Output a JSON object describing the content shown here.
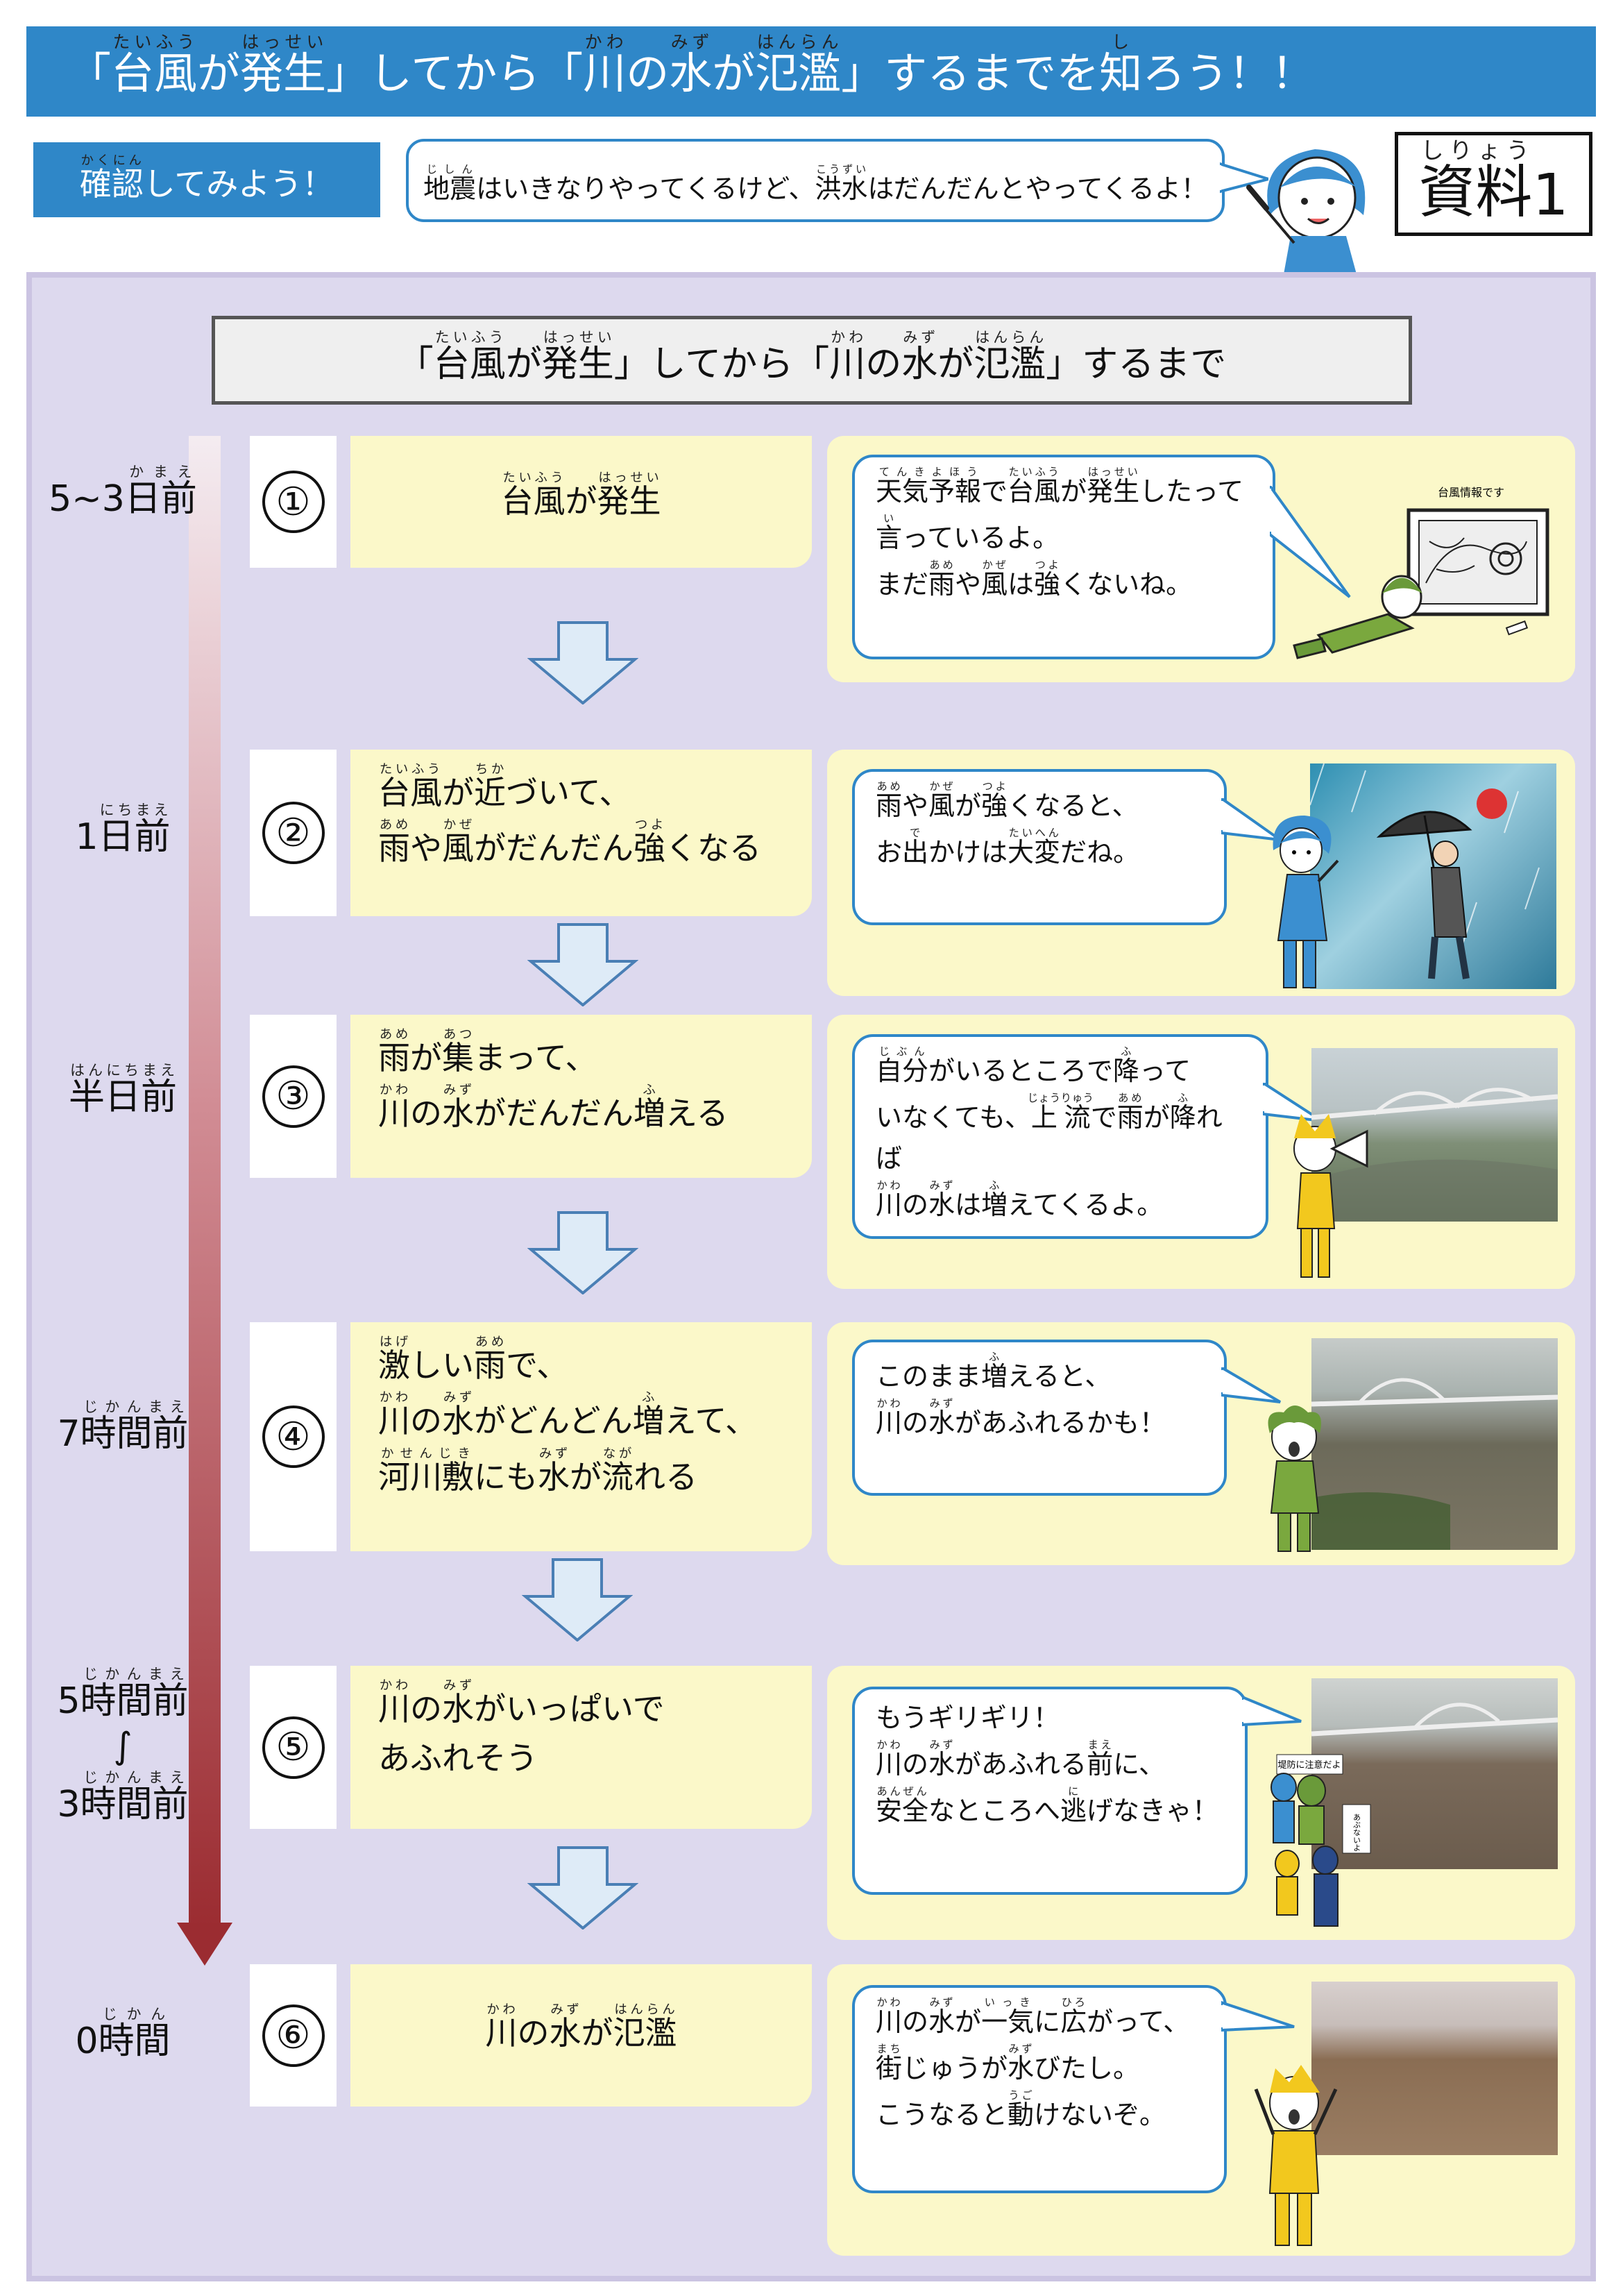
{
  "title": {
    "ruby": [
      [
        "「"
      ],
      [
        "台風",
        "たいふう"
      ],
      [
        "が"
      ],
      [
        "発生",
        "はっせい"
      ],
      [
        "」してから「"
      ],
      [
        "川",
        "かわ"
      ],
      [
        "の"
      ],
      [
        "水",
        "みず"
      ],
      [
        "が"
      ],
      [
        "氾濫",
        "はんらん"
      ],
      [
        "」するまでを"
      ],
      [
        "知",
        "し"
      ],
      [
        "ろう！！"
      ]
    ]
  },
  "check": {
    "ruby": [
      [
        "確認",
        "かくにん"
      ],
      [
        "してみよう！"
      ]
    ]
  },
  "speech_top": {
    "ruby": [
      [
        "地震",
        "じしん"
      ],
      [
        "はいきなりやってくるけど、"
      ],
      [
        "洪水",
        "こうずい"
      ],
      [
        "はだんだんとやってくるよ！"
      ]
    ]
  },
  "shiryo": {
    "ruby": [
      [
        "資料",
        "しりょう"
      ],
      [
        "1"
      ]
    ]
  },
  "inner_title": {
    "ruby": [
      [
        "「"
      ],
      [
        "台風",
        "たいふう"
      ],
      [
        "が"
      ],
      [
        "発生",
        "はっせい"
      ],
      [
        "」してから「"
      ],
      [
        "川",
        "かわ"
      ],
      [
        "の"
      ],
      [
        "水",
        "みず"
      ],
      [
        "が"
      ],
      [
        "氾濫",
        "はんらん"
      ],
      [
        "」するまで"
      ]
    ]
  },
  "rows": [
    {
      "time": [
        [
          [
            "5~3"
          ],
          [
            "日前",
            "かまえ"
          ]
        ]
      ],
      "num": "①",
      "step": [
        [
          [
            "台風",
            "たいふう"
          ],
          [
            "が"
          ],
          [
            "発生",
            "はっせい"
          ]
        ]
      ],
      "bubble": [
        [
          [
            "天気予報",
            "てんきよほう"
          ],
          [
            "で"
          ],
          [
            "台風",
            "たいふう"
          ],
          [
            "が"
          ],
          [
            "発生",
            "はっせい"
          ],
          [
            "したって"
          ]
        ],
        [
          [
            "言",
            "い"
          ],
          [
            "っているよ。"
          ]
        ],
        [
          [
            "まだ"
          ],
          [
            "雨",
            "あめ"
          ],
          [
            "や"
          ],
          [
            "風",
            "かぜ"
          ],
          [
            "は"
          ],
          [
            "強",
            "つよ"
          ],
          [
            "くないね。"
          ]
        ]
      ],
      "sign": "台風情報です"
    },
    {
      "time": [
        [
          [
            "1"
          ],
          [
            "日前",
            "にちまえ"
          ]
        ]
      ],
      "num": "②",
      "step": [
        [
          [
            "台風",
            "たいふう"
          ],
          [
            "が"
          ],
          [
            "近",
            "ちか"
          ],
          [
            "づいて、"
          ]
        ],
        [
          [
            "雨",
            "あめ"
          ],
          [
            "や"
          ],
          [
            "風",
            "かぜ"
          ],
          [
            "がだんだん"
          ],
          [
            "強",
            "つよ"
          ],
          [
            "くなる"
          ]
        ]
      ],
      "bubble": [
        [
          [
            "雨",
            "あめ"
          ],
          [
            "や"
          ],
          [
            "風",
            "かぜ"
          ],
          [
            "が"
          ],
          [
            "強",
            "つよ"
          ],
          [
            "くなると、"
          ]
        ],
        [
          [
            "お"
          ],
          [
            "出",
            "で"
          ],
          [
            "かけは"
          ],
          [
            "大変",
            "たいへん"
          ],
          [
            "だね。"
          ]
        ]
      ]
    },
    {
      "time": [
        [
          [
            "半日前",
            "はんにちまえ"
          ]
        ]
      ],
      "num": "③",
      "step": [
        [
          [
            "雨",
            "あめ"
          ],
          [
            "が"
          ],
          [
            "集",
            "あつ"
          ],
          [
            "まって、"
          ]
        ],
        [
          [
            "川",
            "かわ"
          ],
          [
            "の"
          ],
          [
            "水",
            "みず"
          ],
          [
            "がだんだん"
          ],
          [
            "増",
            "ふ"
          ],
          [
            "える"
          ]
        ]
      ],
      "bubble": [
        [
          [
            "自分",
            "じぶん"
          ],
          [
            "がいるところで"
          ],
          [
            "降",
            "ふ"
          ],
          [
            "って"
          ]
        ],
        [
          [
            "いなくても、"
          ],
          [
            "上流",
            "じょうりゅう"
          ],
          [
            "で"
          ],
          [
            "雨",
            "あめ"
          ],
          [
            "が"
          ],
          [
            "降",
            "ふ"
          ],
          [
            "れば"
          ]
        ],
        [
          [
            "川",
            "かわ"
          ],
          [
            "の"
          ],
          [
            "水",
            "みず"
          ],
          [
            "は"
          ],
          [
            "増",
            "ふ"
          ],
          [
            "えてくるよ。"
          ]
        ]
      ]
    },
    {
      "time": [
        [
          [
            "7"
          ],
          [
            "時間前",
            "じかんまえ"
          ]
        ]
      ],
      "num": "④",
      "step": [
        [
          [
            "激",
            "はげ"
          ],
          [
            "しい"
          ],
          [
            "雨",
            "あめ"
          ],
          [
            "で、"
          ]
        ],
        [
          [
            "川",
            "かわ"
          ],
          [
            "の"
          ],
          [
            "水",
            "みず"
          ],
          [
            "がどんどん"
          ],
          [
            "増",
            "ふ"
          ],
          [
            "えて、"
          ]
        ],
        [
          [
            "河川敷",
            "かせんじき"
          ],
          [
            "にも"
          ],
          [
            "水",
            "みず"
          ],
          [
            "が"
          ],
          [
            "流",
            "なが"
          ],
          [
            "れる"
          ]
        ]
      ],
      "bubble": [
        [
          [
            "このまま"
          ],
          [
            "増",
            "ふ"
          ],
          [
            "えると、"
          ]
        ],
        [
          [
            "川",
            "かわ"
          ],
          [
            "の"
          ],
          [
            "水",
            "みず"
          ],
          [
            "があふれるかも！"
          ]
        ]
      ]
    },
    {
      "time": [
        [
          [
            "5"
          ],
          [
            "時間前",
            "じかんまえ"
          ]
        ],
        [
          [
            "∫"
          ]
        ],
        [
          [
            "3"
          ],
          [
            "時間前",
            "じかんまえ"
          ]
        ]
      ],
      "num": "⑤",
      "step": [
        [
          [
            "川",
            "かわ"
          ],
          [
            "の"
          ],
          [
            "水",
            "みず"
          ],
          [
            "がいっぱいで"
          ]
        ],
        [
          [
            "あふれそう"
          ]
        ]
      ],
      "bubble": [
        [
          [
            "もうギリギリ！"
          ]
        ],
        [
          [
            "川",
            "かわ"
          ],
          [
            "の"
          ],
          [
            "水",
            "みず"
          ],
          [
            "があふれる"
          ],
          [
            "前",
            "まえ"
          ],
          [
            "に、"
          ]
        ],
        [
          [
            "安全",
            "あんぜん"
          ],
          [
            "なところへ"
          ],
          [
            "逃",
            "に"
          ],
          [
            "げなきゃ！"
          ]
        ]
      ],
      "sign1": "堤防に注意だよ",
      "sign2": "あぶないよ"
    },
    {
      "time": [
        [
          [
            "0"
          ],
          [
            "時間",
            "じかん"
          ]
        ]
      ],
      "num": "⑥",
      "step": [
        [
          [
            "川",
            "かわ"
          ],
          [
            "の"
          ],
          [
            "水",
            "みず"
          ],
          [
            "が"
          ],
          [
            "氾濫",
            "はんらん"
          ]
        ]
      ],
      "bubble": [
        [
          [
            "川",
            "かわ"
          ],
          [
            "の"
          ],
          [
            "水",
            "みず"
          ],
          [
            "が"
          ],
          [
            "一気",
            "いっき"
          ],
          [
            "に"
          ],
          [
            "広",
            "ひろ"
          ],
          [
            "がって、"
          ]
        ],
        [
          [
            "街",
            "まち"
          ],
          [
            "じゅうが"
          ],
          [
            "水",
            "みず"
          ],
          [
            "びたし。"
          ]
        ],
        [
          [
            "こうなると"
          ],
          [
            "動",
            "うご"
          ],
          [
            "けないぞ。"
          ]
        ]
      ]
    }
  ],
  "colors": {
    "blue": "#2f87c8",
    "panel": "#ddd9ee",
    "yellow": "#fbf8c9",
    "arrow_red": "#9b2c31"
  }
}
